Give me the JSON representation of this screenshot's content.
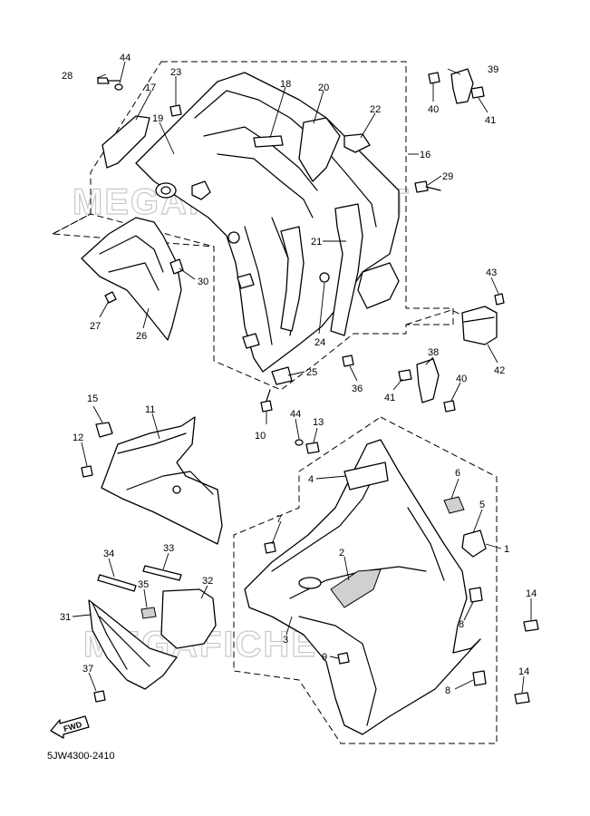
{
  "diagram": {
    "watermark": "MEGAFICHESNET",
    "diagram_code": "5JW4300-2410",
    "fwd_label": "FWD",
    "part_numbers": [
      "1",
      "2",
      "3",
      "4",
      "5",
      "6",
      "7",
      "8",
      "9",
      "10",
      "11",
      "12",
      "13",
      "14",
      "15",
      "16",
      "17",
      "18",
      "19",
      "20",
      "21",
      "22",
      "23",
      "24",
      "25",
      "26",
      "27",
      "28",
      "29",
      "30",
      "31",
      "32",
      "33",
      "34",
      "35",
      "36",
      "37",
      "38",
      "39",
      "40",
      "41",
      "42",
      "43",
      "44"
    ]
  }
}
